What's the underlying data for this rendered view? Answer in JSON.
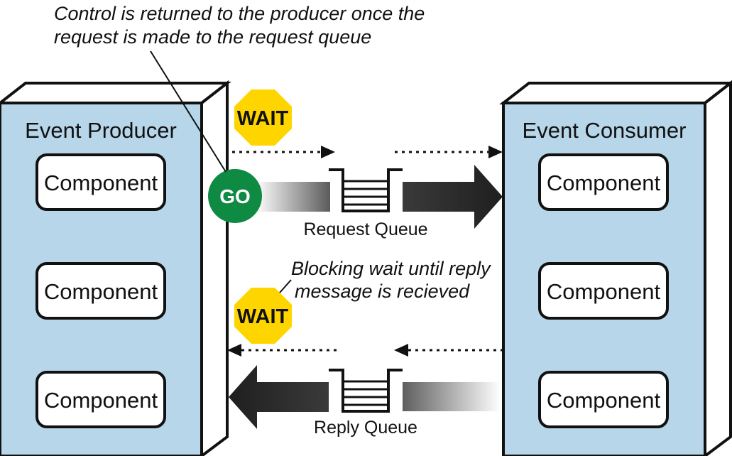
{
  "producer": {
    "title": "Event Producer",
    "components": [
      "Component",
      "Component",
      "Component"
    ]
  },
  "consumer": {
    "title": "Event Consumer",
    "components": [
      "Component",
      "Component",
      "Component"
    ]
  },
  "queues": {
    "request_label": "Request Queue",
    "reply_label": "Reply Queue"
  },
  "signals": {
    "wait_top": "WAIT",
    "wait_bottom": "WAIT",
    "go": "GO"
  },
  "annotations": {
    "top_line1": "Control is returned to the producer once the",
    "top_line2": "request is made to the request queue",
    "middle_line1": "Blocking wait until reply",
    "middle_line2": "message is recieved"
  },
  "colors": {
    "box_fill": "#b7d6ea",
    "component_fill": "#ffffff",
    "outline": "#111111",
    "wait_sign": "#ffd500",
    "go_sign": "#0e8a43",
    "arrow_dark": "#2c2c2c"
  }
}
